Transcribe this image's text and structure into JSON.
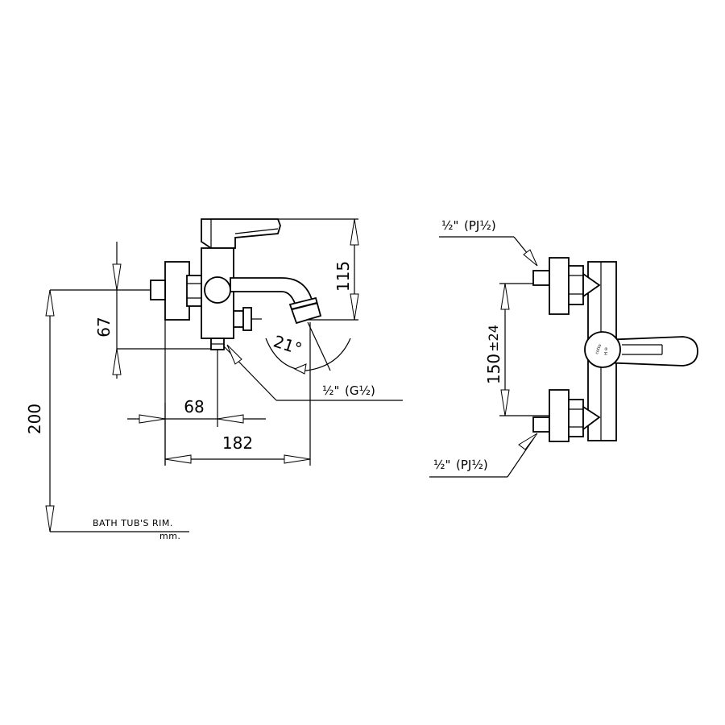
{
  "side_view": {
    "dim_115": "115",
    "dim_67": "67",
    "dim_200": "200",
    "dim_68": "68",
    "dim_182": "182",
    "angle": "21°",
    "thread_prefix": "½\"",
    "thread_text": "(G½)",
    "rim_label": "BATH TUB'S RIM.",
    "unit_label": "mm."
  },
  "front_view": {
    "dim_150": "150",
    "tolerance": "±24",
    "top_connection_prefix": "½\"",
    "top_connection_text": "(PJ½)",
    "bottom_connection_prefix": "½\"",
    "bottom_connection_text": "(PJ½)",
    "handle_markings": "cotto",
    "handle_letters": "H ⊖"
  }
}
